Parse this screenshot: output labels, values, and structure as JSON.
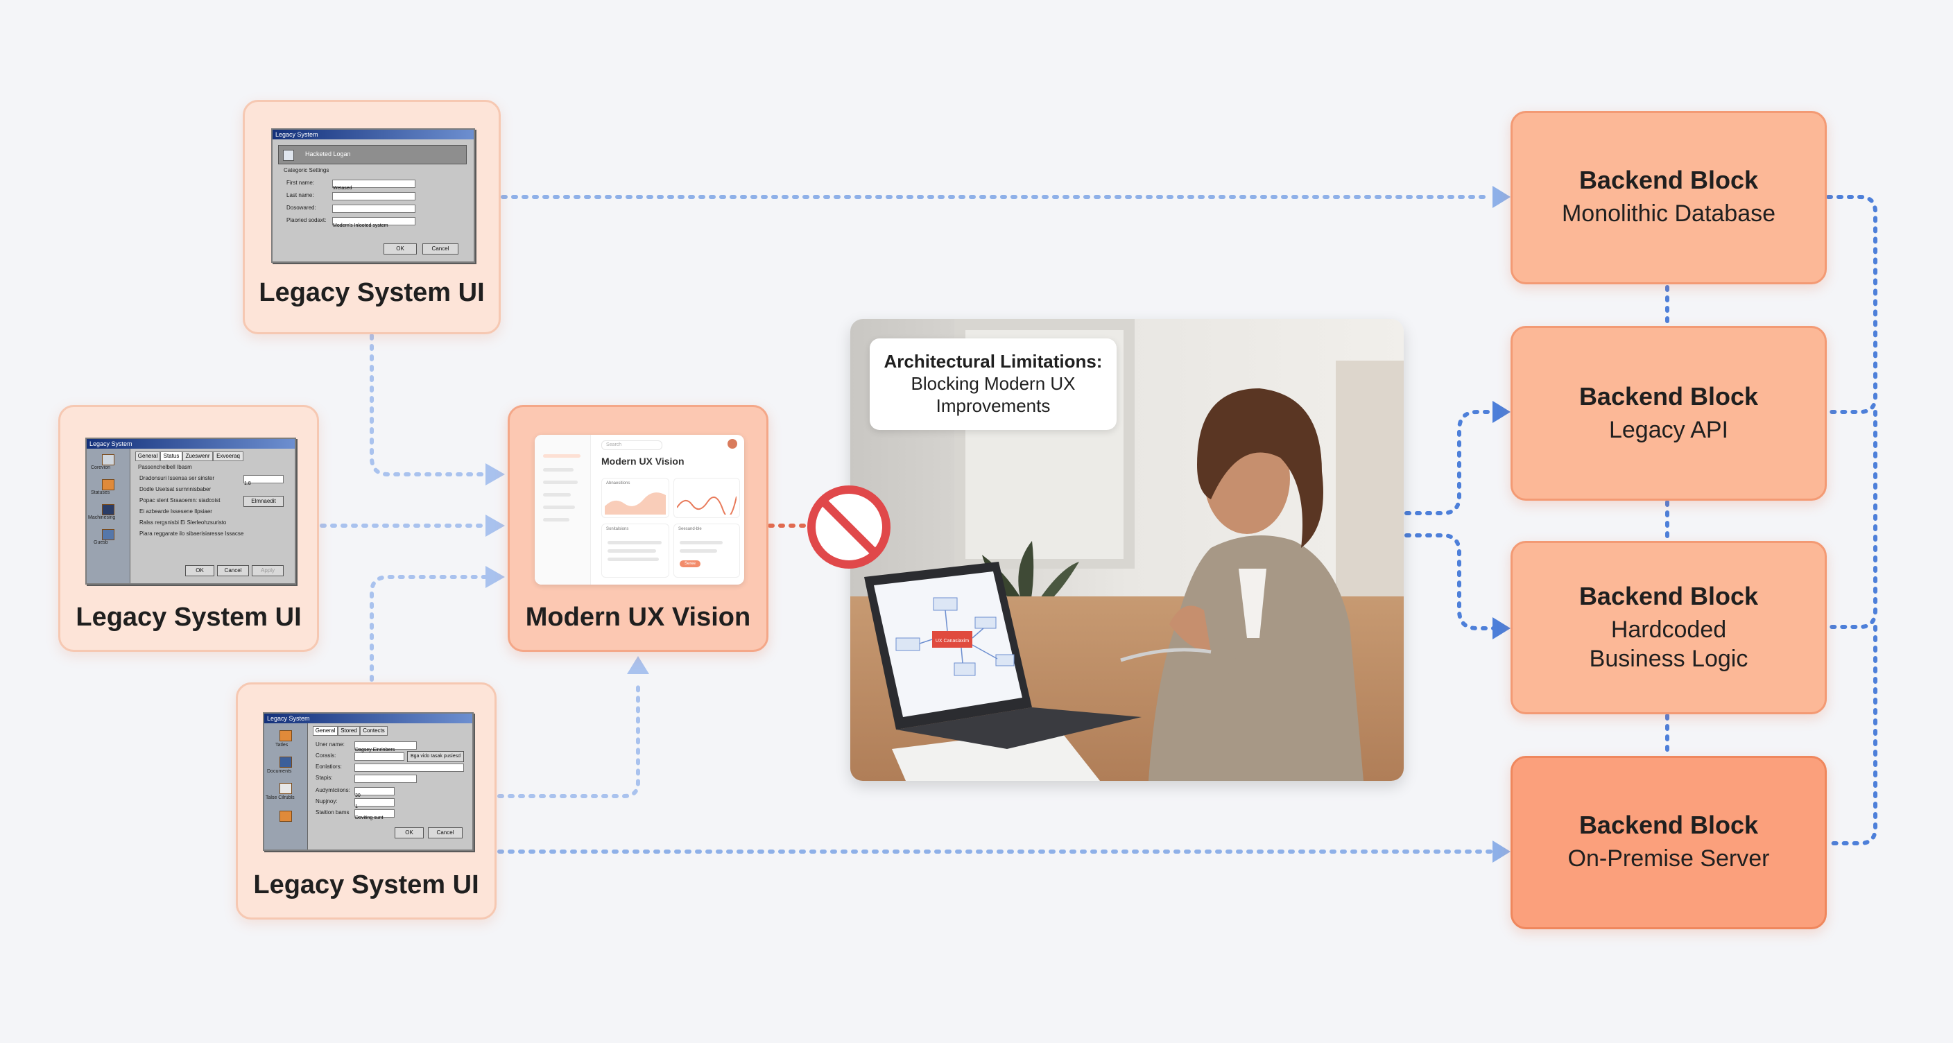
{
  "colors": {
    "background": "#f4f5f8",
    "connector": "#4d7fd9",
    "connector_light": "#9cb8ea",
    "legacy_fill": "#fde4d8",
    "modern_fill": "#fcc8b2",
    "backend_fill": "#fcb897",
    "backend_strong_fill": "#fba07c",
    "blocked_red": "#e0484a"
  },
  "legacy_nodes": [
    {
      "label": "Legacy System UI",
      "window": {
        "title": "Legacy System",
        "header": "Hacketed Logan",
        "group": "Categoric Settings",
        "fields": [
          "First name:",
          "Last name:",
          "Dosowared:",
          "Plaoried sodaxt:"
        ],
        "values": [
          "Wetased",
          "",
          "",
          "Modern's Inlooted system"
        ],
        "buttons": [
          "OK",
          "Cancel"
        ]
      }
    },
    {
      "label": "Legacy System UI",
      "window": {
        "title": "Legacy System",
        "tabs": [
          "General",
          "Status",
          "Zueswenr",
          "Exvoeraq"
        ],
        "side_items": [
          "Corevion",
          "Statuses",
          "Machinesing",
          "Guesb"
        ],
        "header": "Passenchelbell Ibasm",
        "options": [
          "Dradonsuri Issensa ser sinster",
          "Dodle Usetsat surnnnisbaber",
          "Popac slent Sraaoemn: siadcoist",
          "Ei azbearde Issesene Ilpsiaer",
          "Ralss rergsnisbi Ei Slerleohzsuristo",
          "Piara reggarate ilo sibaerisiaresse Issacse"
        ],
        "select_value": "1.8",
        "side_button": "Elmnaedit",
        "buttons": [
          "OK",
          "Cancel",
          "Apply"
        ]
      }
    },
    {
      "label": "Legacy System UI",
      "window": {
        "title": "Legacy System",
        "tabs": [
          "General",
          "Stored",
          "Contects"
        ],
        "side_items": [
          "Tatles",
          "Documents",
          "Talse Cilrubls"
        ],
        "fields": [
          "Uner name:",
          "Corasis:",
          "Eonlatiors:",
          "Stapis:",
          "Audymtciions:",
          "Nupjnoy:",
          "Staition bams"
        ],
        "values": [
          "Dagsey Einrinbers",
          "",
          "",
          "",
          "30",
          "1",
          "Doviting sunt"
        ],
        "side_button": "Bga vido Iasak pusiesd",
        "buttons": [
          "OK",
          "Cancel"
        ]
      }
    }
  ],
  "modern_node": {
    "label": "Modern UX Vision",
    "mock_title": "Modern UX Vision",
    "search_placeholder": "Search",
    "cards": [
      "Abnaesitions",
      "Sonitalsions",
      "Seesand-ble"
    ],
    "card_button": "Seree"
  },
  "blocked_icon": "no-entry-icon",
  "photo": {
    "callout_title": "Architectural Limitations:",
    "callout_body": "Blocking Modern UX\nImprovements",
    "laptop_center": "UX Canasiaxim"
  },
  "backend_nodes": [
    {
      "title": "Backend Block",
      "subtitle": "Monolithic Database"
    },
    {
      "title": "Backend Block",
      "subtitle": "Legacy API"
    },
    {
      "title": "Backend Block",
      "subtitle": "Hardcoded\nBusiness Logic"
    },
    {
      "title": "Backend Block",
      "subtitle": "On-Premise Server"
    }
  ]
}
